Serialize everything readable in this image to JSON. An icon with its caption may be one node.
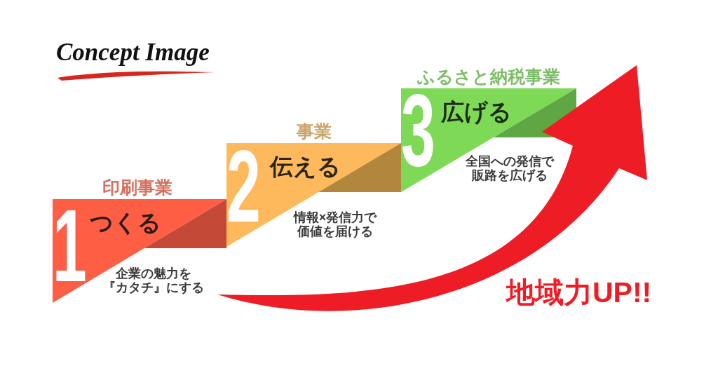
{
  "diagram": {
    "title": "Concept Image",
    "nodes": [
      {
        "text": [
          "印刷事業",
          "1",
          "つくる"
        ],
        "beside": [
          "企業の魅力を『カタチ』にする"
        ]
      },
      {
        "text": [
          "事業",
          "2",
          "伝える"
        ],
        "beside": [
          "情報×発信力で価値を届ける"
        ]
      },
      {
        "text": [
          "ふるさと納税事業",
          "3",
          "広げる"
        ],
        "beside": [
          "全国への発信で販路を広げる"
        ]
      }
    ],
    "edges": [],
    "labels": [
      "地域力UP!!"
    ]
  }
}
